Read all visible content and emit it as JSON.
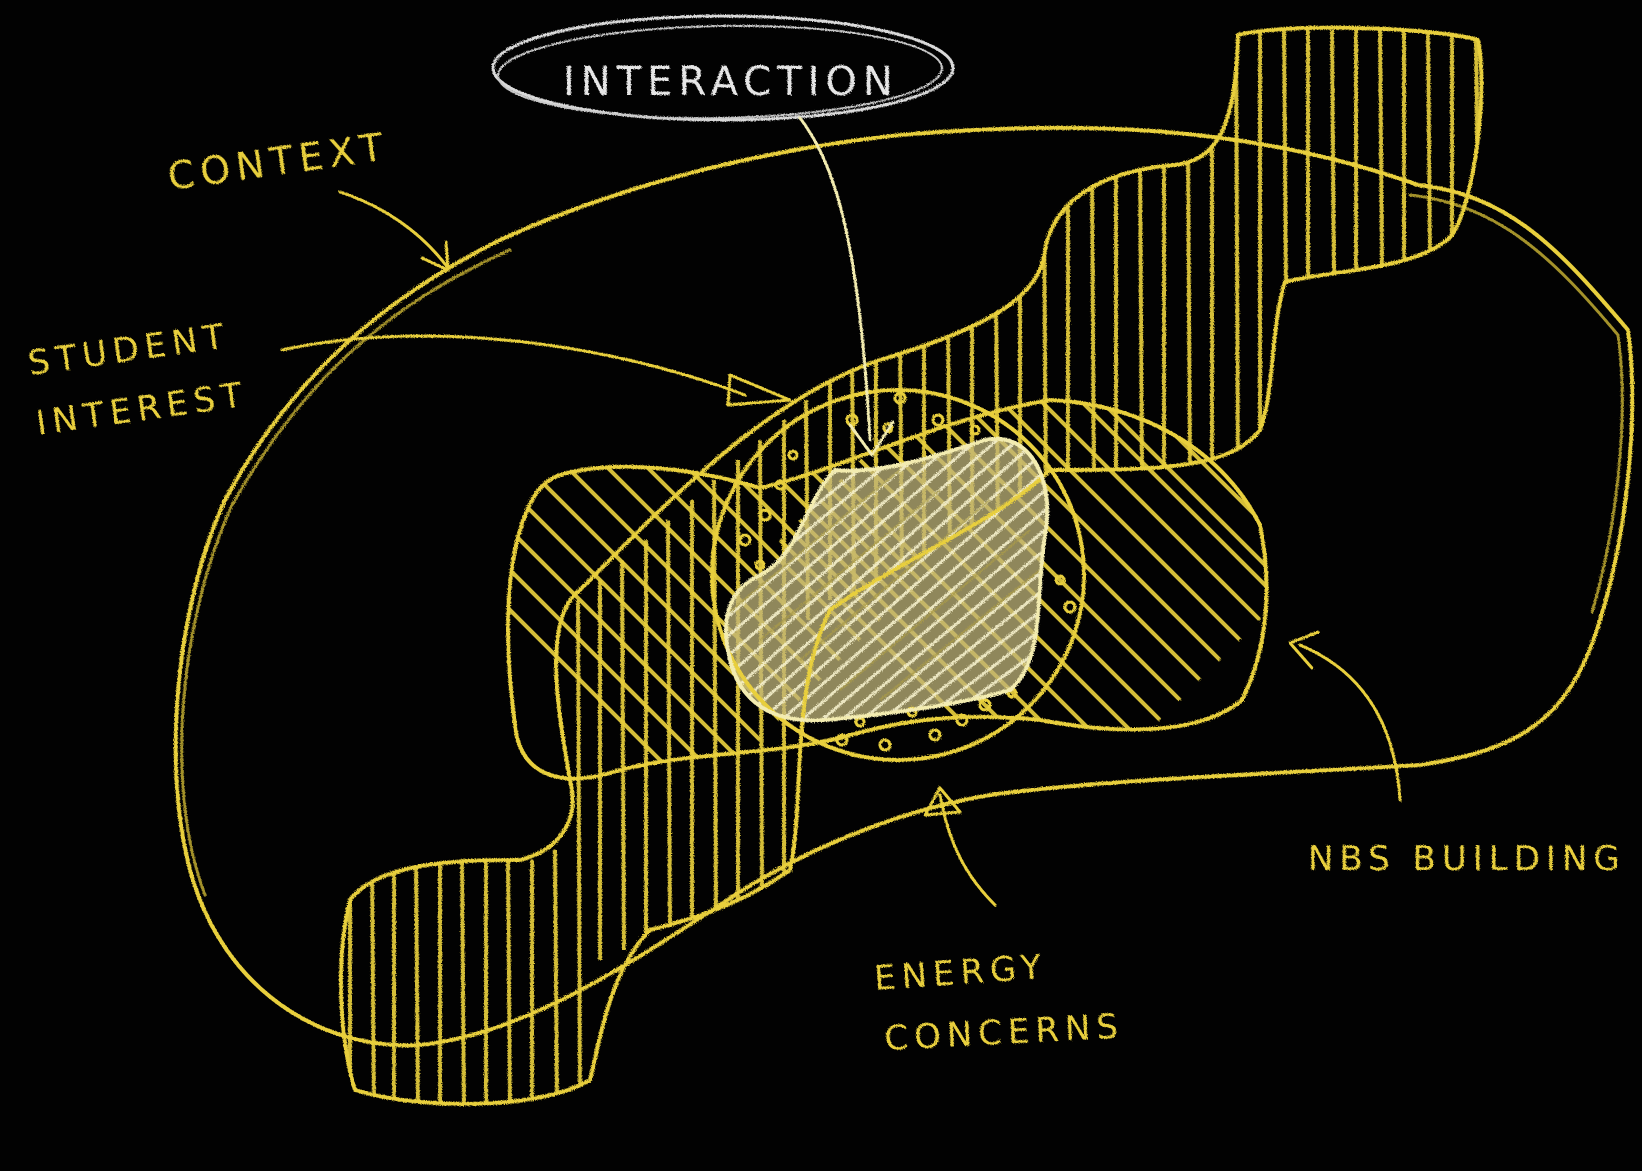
{
  "diagram": {
    "labels": {
      "interaction": "INTERACTION",
      "context": "CONTEXT",
      "student_interest_line1": "STUDENT",
      "student_interest_line2": "INTEREST",
      "nbs_building": "NBS BUILDING",
      "energy_concerns_line1": "ENERGY",
      "energy_concerns_line2": "CONCERNS"
    },
    "colors": {
      "background": "#020202",
      "chalk_yellow": "#e8cf3c",
      "chalk_pale": "#f3ecb0",
      "chalk_white": "#d9d9d9"
    }
  }
}
